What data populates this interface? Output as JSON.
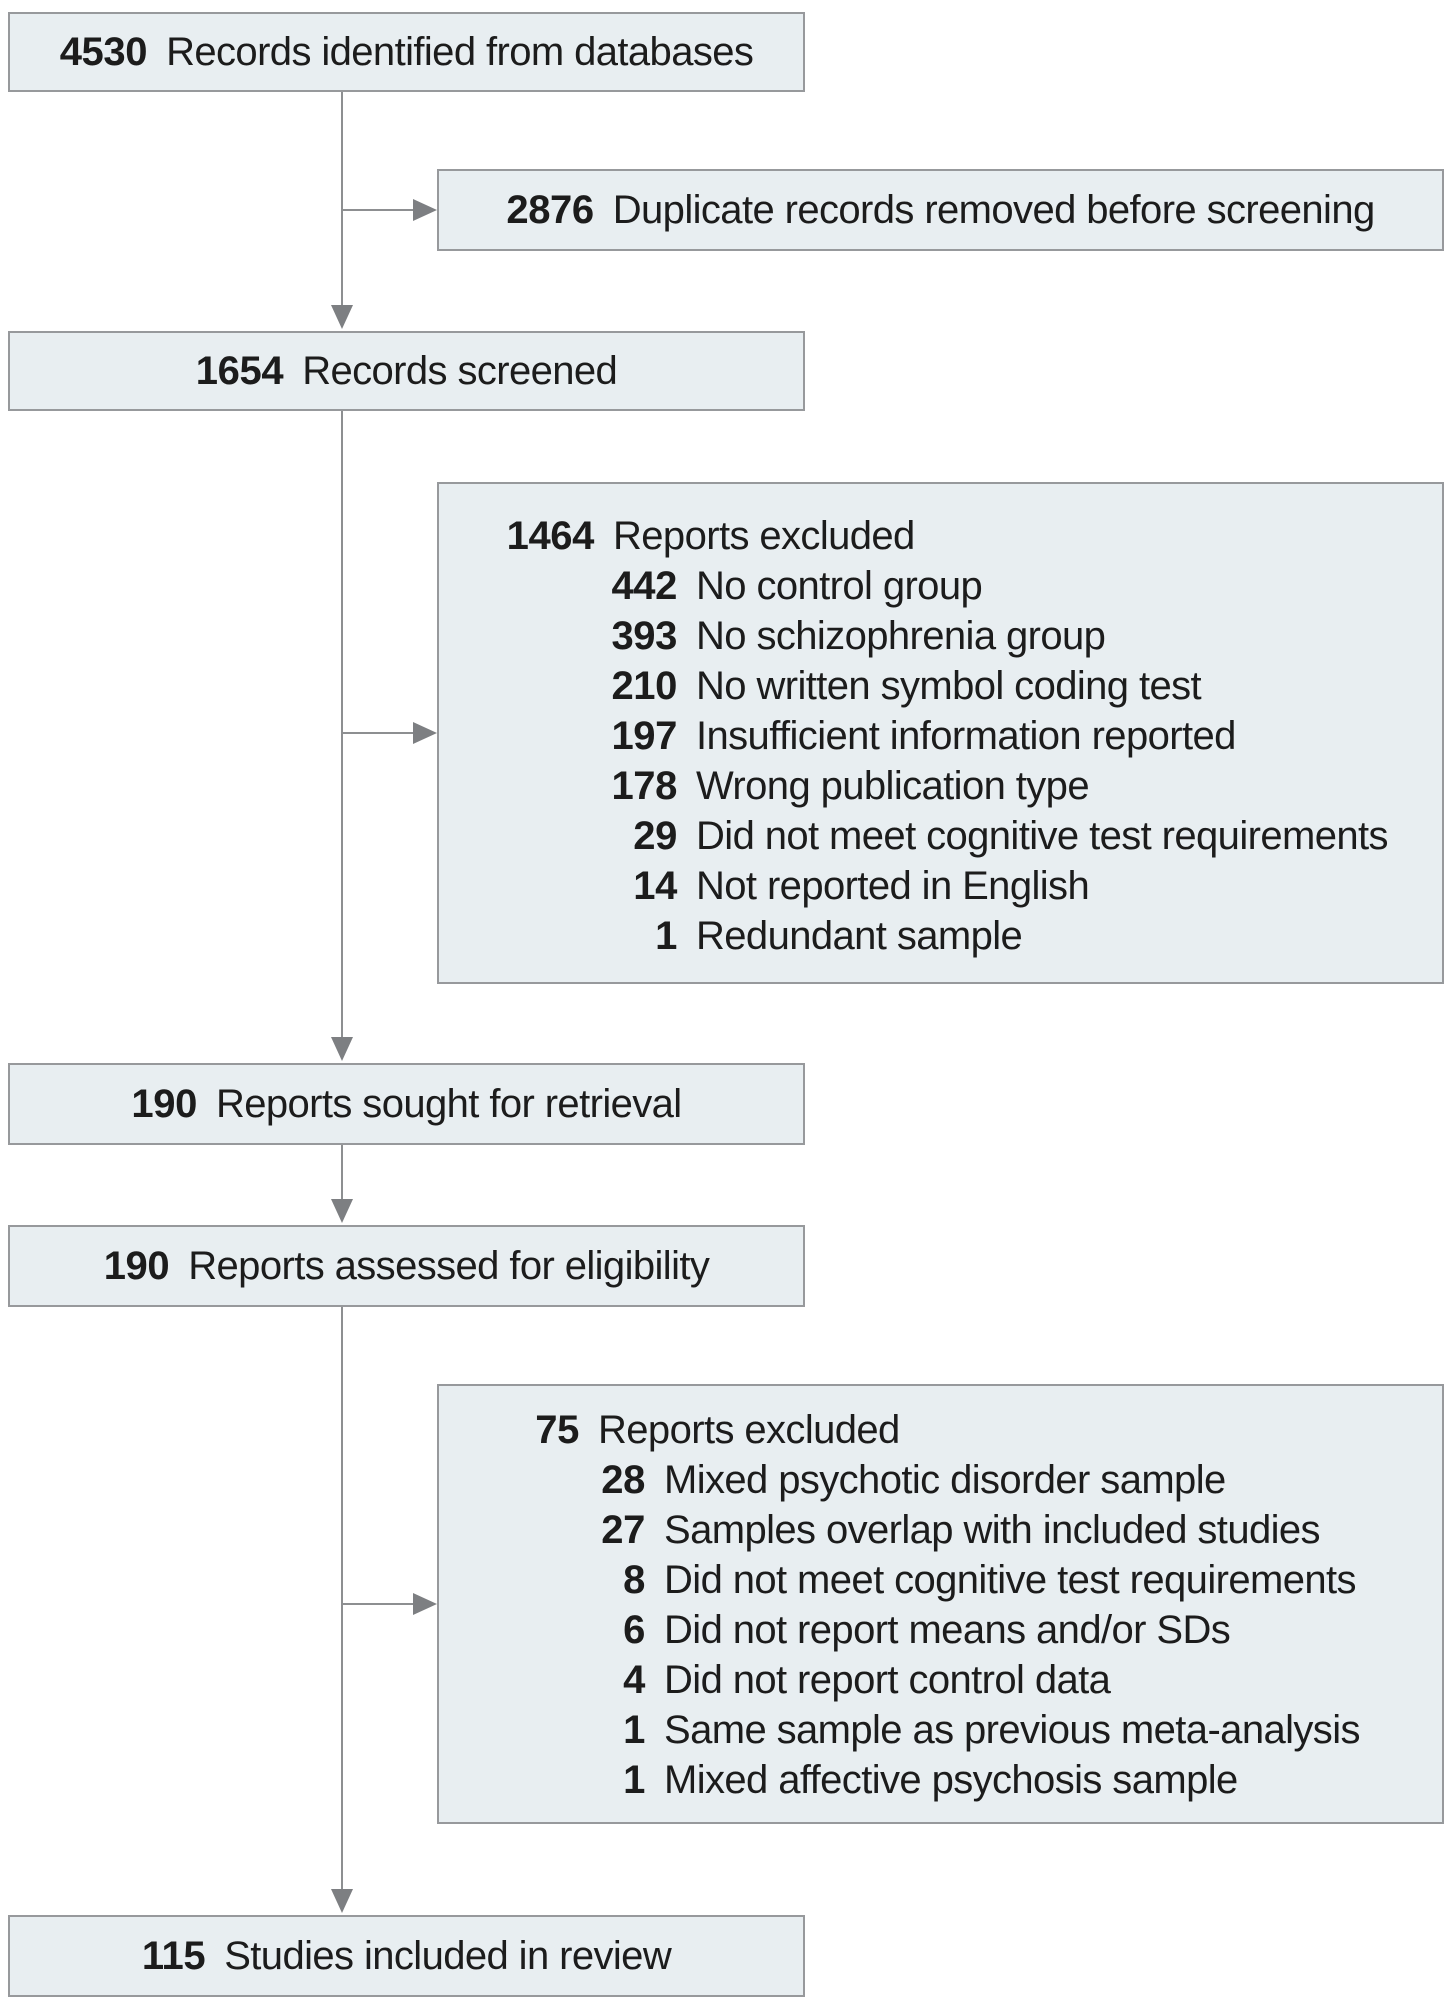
{
  "colors": {
    "box_fill": "#e8eef1",
    "box_border": "#97999c",
    "arrow": "#8d8f91",
    "arrowhead": "#7d7f82",
    "text": "#1c1c1c"
  },
  "flow": {
    "identified": {
      "number": "4530",
      "label": "Records identified from databases"
    },
    "duplicates_removed": {
      "number": "2876",
      "label": "Duplicate records removed before screening"
    },
    "screened": {
      "number": "1654",
      "label": "Records screened"
    },
    "reports_excluded_screening": {
      "number": "1464",
      "label": "Reports excluded",
      "items": [
        {
          "number": "442",
          "label": "No control group"
        },
        {
          "number": "393",
          "label": "No schizophrenia group"
        },
        {
          "number": "210",
          "label": "No written symbol coding test"
        },
        {
          "number": "197",
          "label": "Insufficient information reported"
        },
        {
          "number": "178",
          "label": "Wrong publication type"
        },
        {
          "number": "29",
          "label": "Did not meet cognitive test requirements"
        },
        {
          "number": "14",
          "label": "Not reported in English"
        },
        {
          "number": "1",
          "label": "Redundant sample"
        }
      ]
    },
    "sought": {
      "number": "190",
      "label": "Reports sought for retrieval"
    },
    "assessed": {
      "number": "190",
      "label": "Reports assessed for eligibility"
    },
    "reports_excluded_eligibility": {
      "number": "75",
      "label": "Reports excluded",
      "items": [
        {
          "number": "28",
          "label": "Mixed psychotic disorder sample"
        },
        {
          "number": "27",
          "label": "Samples overlap with included studies"
        },
        {
          "number": "8",
          "label": "Did not meet cognitive test requirements"
        },
        {
          "number": "6",
          "label": "Did not report means and/or SDs"
        },
        {
          "number": "4",
          "label": "Did not report control data"
        },
        {
          "number": "1",
          "label": "Same sample as previous meta-analysis"
        },
        {
          "number": "1",
          "label": "Mixed affective psychosis sample"
        }
      ]
    },
    "included": {
      "number": "115",
      "label": "Studies included in review"
    }
  }
}
